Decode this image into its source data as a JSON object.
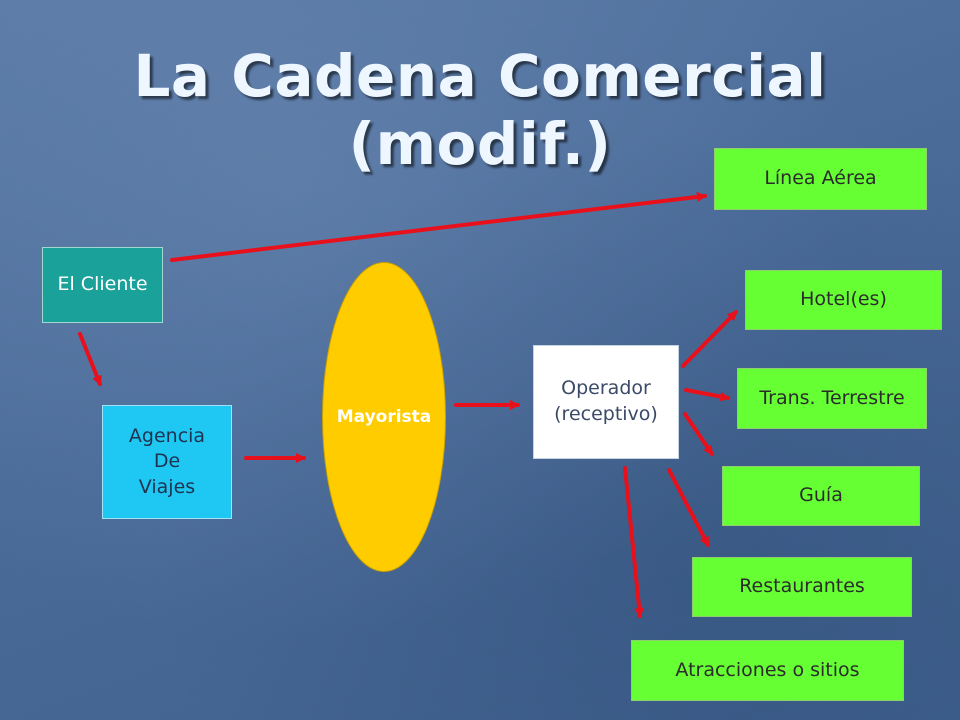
{
  "slide": {
    "title": "La Cadena Comercial (modif.)"
  },
  "nodes": {
    "cliente": "El Cliente",
    "agencia": [
      "Agencia",
      "De",
      "Viajes"
    ],
    "mayorista": "Mayorista",
    "operador": [
      "Operador",
      "(receptivo)"
    ],
    "linea_aerea": "Línea Aérea",
    "hotel": "Hotel(es)",
    "transporte": "Trans. Terrestre",
    "guia": "Guía",
    "restaurantes": "Restaurantes",
    "atracciones": "Atracciones o sitios"
  },
  "colors": {
    "arrow": "#e8101b",
    "supplier_box": "#66ff33",
    "cliente_box": "#19a19a",
    "agencia_box": "#1ec8f2",
    "mayorista_ellipse": "#ffcc00"
  }
}
